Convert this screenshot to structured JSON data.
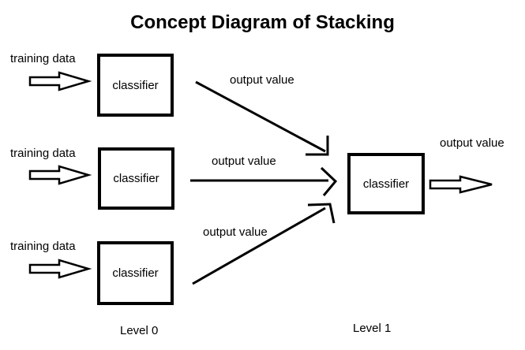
{
  "title": "Concept Diagram of Stacking",
  "colors": {
    "stroke": "#000000",
    "background": "#ffffff"
  },
  "level0": {
    "caption": "Level 0",
    "rows": [
      {
        "input_label": "training data",
        "box_label": "classifier",
        "output_label": "output value"
      },
      {
        "input_label": "training data",
        "box_label": "classifier",
        "output_label": "output value"
      },
      {
        "input_label": "training data",
        "box_label": "classifier",
        "output_label": "output value"
      }
    ]
  },
  "level1": {
    "caption": "Level 1",
    "box_label": "classifier",
    "output_label": "output value"
  }
}
